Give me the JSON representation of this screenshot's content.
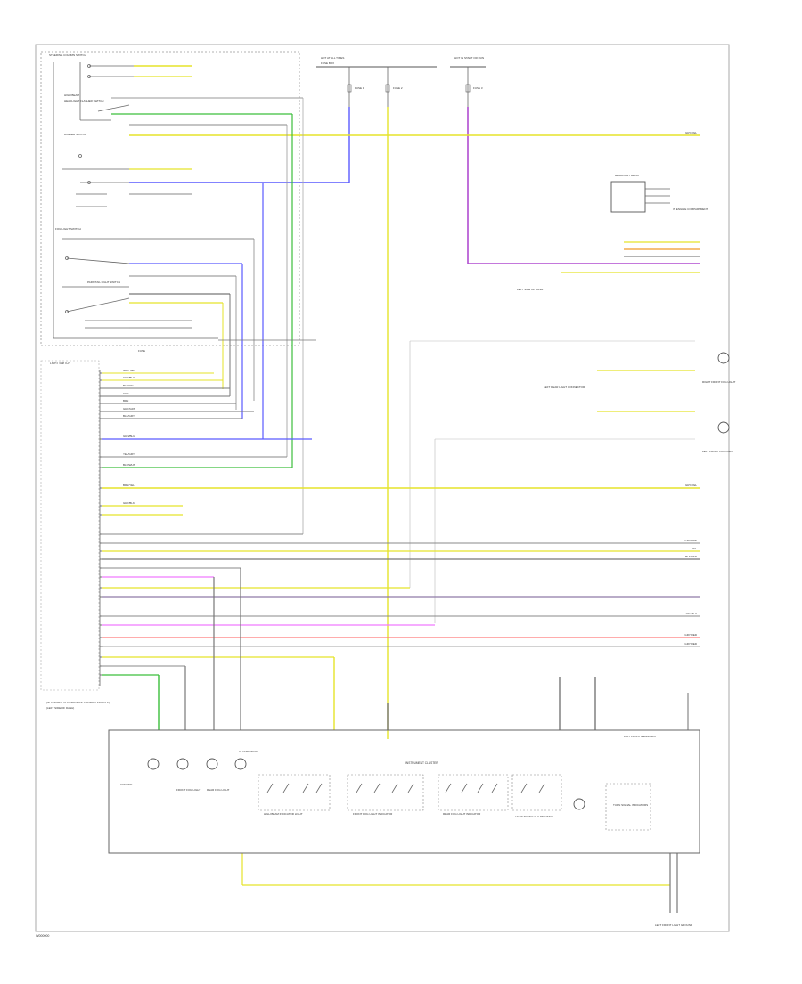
{
  "diagram": {
    "footer_code": "W000000",
    "left_module": {
      "title": "STEERING COLUMN SWITCH",
      "sub_label": "(IN CENTRAL ELECTRONICS CONTROL MODULE)",
      "lower_title": "LIGHT SWITCH",
      "lower_sub": "(LEFT SIDE OF DASH)",
      "switch_labels": [
        "HIGH BEAM",
        "HEADLIGHT FLASHER SWITCH",
        "DIMMER SWITCH",
        "FOG LIGHT SWITCH",
        "PARK/TAIL LIGHT SWITCH",
        "FUSE"
      ]
    },
    "fuse_header": {
      "hot_label": "HOT AT ALL TIMES",
      "hot_sub": "HOT IN START OR RUN",
      "fuse_box": "FUSE BOX",
      "fuses": [
        "FUSE 1",
        "FUSE 2",
        "FUSE 3"
      ]
    },
    "right_components": {
      "relay_label": "HEADLIGHT RELAY",
      "relay_sub": "IN ENGINE COMPARTMENT",
      "lamp_1": "RIGHT FRONT FOG LIGHT",
      "lamp_2": "LEFT FRONT FOG LIGHT",
      "connector_1": "LEFT REAR LIGHT CONNECTOR",
      "ground_1": "LEFT SIDE OF DASH"
    },
    "bottom_module": {
      "title": "INSTRUMENT CLUSTER",
      "groups": [
        "HIGH BEAM INDICATOR LIGHT",
        "FRONT FOG LIGHT INDICATOR",
        "REAR FOG LIGHT INDICATOR",
        "LIGHT SWITCH ILLUMINATION",
        "TURN SIGNAL INDICATORS"
      ],
      "left_labels": [
        "GROUND",
        "FRONT FOG LIGHT",
        "REAR FOG LIGHT",
        "ILLUMINATION"
      ],
      "right_label": "LEFT FRONT HEADLIGHT",
      "bottom_ground": "LEFT FRONT LIGHT GROUND"
    },
    "wire_labels": {
      "left_rows": [
        "GRY/YEL",
        "GRY/BLU",
        "BLU/YEL",
        "GRY",
        "BRN",
        "GRY/GRN",
        "BLK/GRY",
        "GRN/BLU",
        "YEL/GRY",
        "BLU/WHT",
        "BRN/YEL",
        "GRY/BLK"
      ],
      "right_rows": [
        "GRY/YEL",
        "GRY/YEL",
        "GRY/BRN",
        "YEL",
        "BLK/RED",
        "YEL/BLU",
        "GRY/RED",
        "GRY/RED"
      ]
    }
  }
}
